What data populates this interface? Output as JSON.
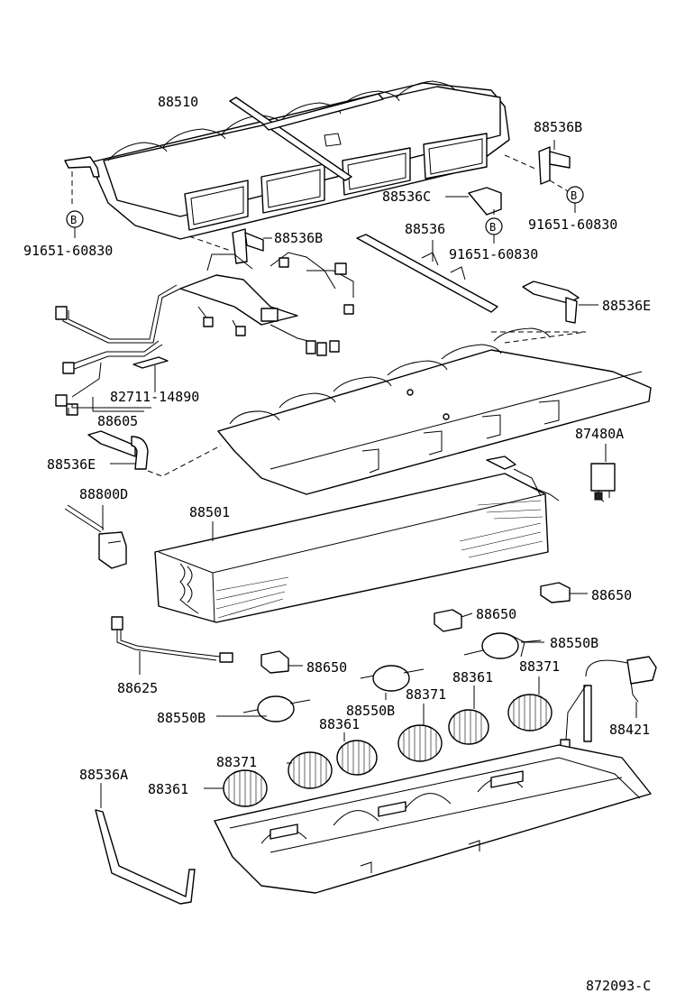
{
  "diagram": {
    "labels": {
      "88510": "88510",
      "88536B_top": "88536B",
      "88536C": "88536C",
      "bolt_left": "91651-60830",
      "bolt_right": "91651-60830",
      "bolt_center": "91651-60830",
      "88536B_mid": "88536B",
      "88536": "88536",
      "88536E_right": "88536E",
      "82711": "82711-14890",
      "88605": "88605",
      "88536E_left": "88536E",
      "87480A": "87480A",
      "88800D": "88800D",
      "88501": "88501",
      "88650_a": "88650",
      "88650_b": "88650",
      "88650_c": "88650",
      "88550B_a": "88550B",
      "88550B_b": "88550B",
      "88550B_c": "88550B",
      "88625": "88625",
      "88361_a": "88361",
      "88361_b": "88361",
      "88361_c": "88361",
      "88371_a": "88371",
      "88371_b": "88371",
      "88371_c": "88371",
      "88421": "88421",
      "88536A": "88536A",
      "footer_code": "872093-C"
    },
    "bolt_marker": "B"
  }
}
